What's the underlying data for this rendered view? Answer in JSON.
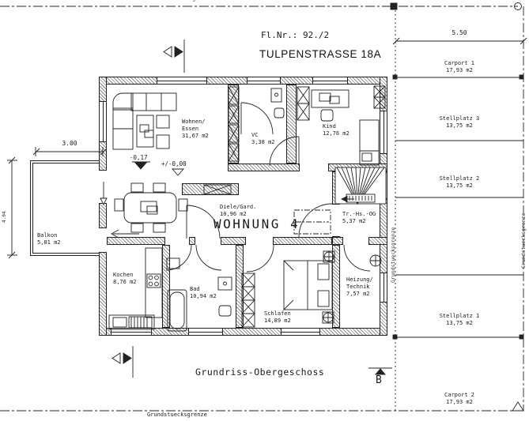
{
  "header": {
    "fl_nr": "Fl.Nr.: 92./2",
    "street": "TULPENSTRASSE 18A"
  },
  "plan_title": "Grundriss-Obergeschoss",
  "apartment": "WOHNUNG 4",
  "rooms": {
    "wohnen": {
      "label": "Wohnen/\nEssen\n31,67 m2"
    },
    "vc": {
      "label": "VC\n3,38 m2"
    },
    "kind": {
      "label": "Kind\n12,76 m2"
    },
    "diele": {
      "label": "Diele/Gard.\n10,96 m2"
    },
    "trhs": {
      "label": "Tr.-Hs.-OG\n5,37 m2"
    },
    "balkon": {
      "label": "Balkon\n5,81 m2"
    },
    "kochen": {
      "label": "Kochen\n8,76 m2"
    },
    "bad": {
      "label": "Bad\n10,94 m2"
    },
    "schlafen": {
      "label": "Schlafen\n14,89 m2"
    },
    "heizung": {
      "label": "Heizung/\nTechnik\n7,57 m2"
    }
  },
  "parking": [
    {
      "label": "Carport 1\n17,93 m2"
    },
    {
      "label": "Stellplatz 3\n13,75 m2"
    },
    {
      "label": "Stellplatz 2\n13,75 m2"
    },
    {
      "label": "Stellplatz 1\n13,75 m2"
    },
    {
      "label": "Carport 2\n17,93 m2"
    }
  ],
  "dimensions": {
    "carport_width": "5.50",
    "balcony_width": "3.00",
    "balcony_depth": "4.04"
  },
  "levels": {
    "balcony": "-0,17",
    "floor": "+/-0,00"
  },
  "boundary_label": "Grundstuecksgrenze",
  "section_marker": "B"
}
